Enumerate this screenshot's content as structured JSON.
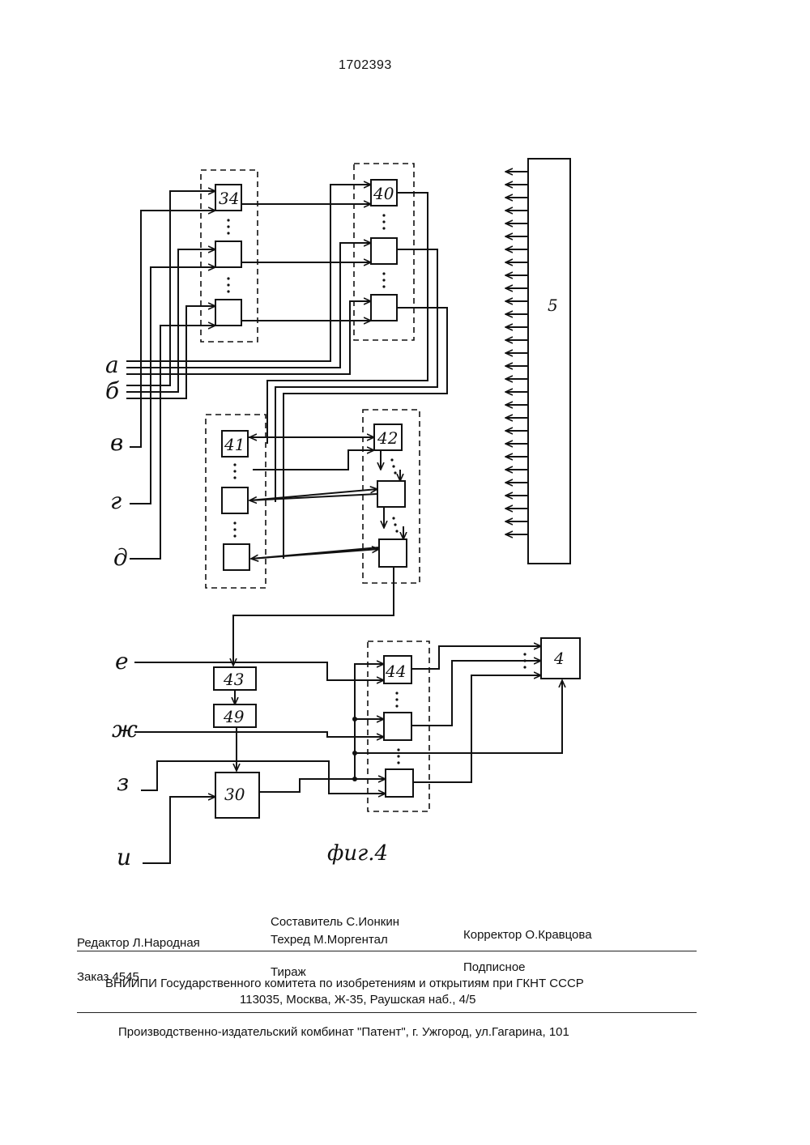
{
  "header": {
    "patent_number": "1702393"
  },
  "figure": {
    "caption": "фиг.4",
    "blocks": {
      "b34": "34",
      "b40": "40",
      "b41": "41",
      "b42": "42",
      "b43": "43",
      "b49": "49",
      "b30": "30",
      "b44": "44",
      "b4": "4",
      "b5": "5"
    },
    "inputs": {
      "a": "а",
      "b": "б",
      "v": "в",
      "g": "г",
      "d": "д",
      "e": "е",
      "zh": "ж",
      "z": "з",
      "i": "и"
    }
  },
  "footer": {
    "editor_label": "Редактор",
    "editor_name": "Л.Народная",
    "composer_label": "Составитель",
    "composer_name": "С.Ионкин",
    "techred_label": "Техред",
    "techred_name": "М.Моргентал",
    "corrector_label": "Корректор",
    "corrector_name": "О.Кравцова",
    "order_label": "Заказ",
    "order_number": "4545",
    "circulation_label": "Тираж",
    "subscription": "Подписное",
    "org_line": "ВНИИПИ Государственного комитета по изобретениям и открытиям при ГКНТ СССР",
    "address_line": "113035, Москва, Ж-35, Раушская наб., 4/5",
    "printer_line": "Производственно-издательский комбинат \"Патент\", г. Ужгород, ул.Гагарина, 101"
  }
}
